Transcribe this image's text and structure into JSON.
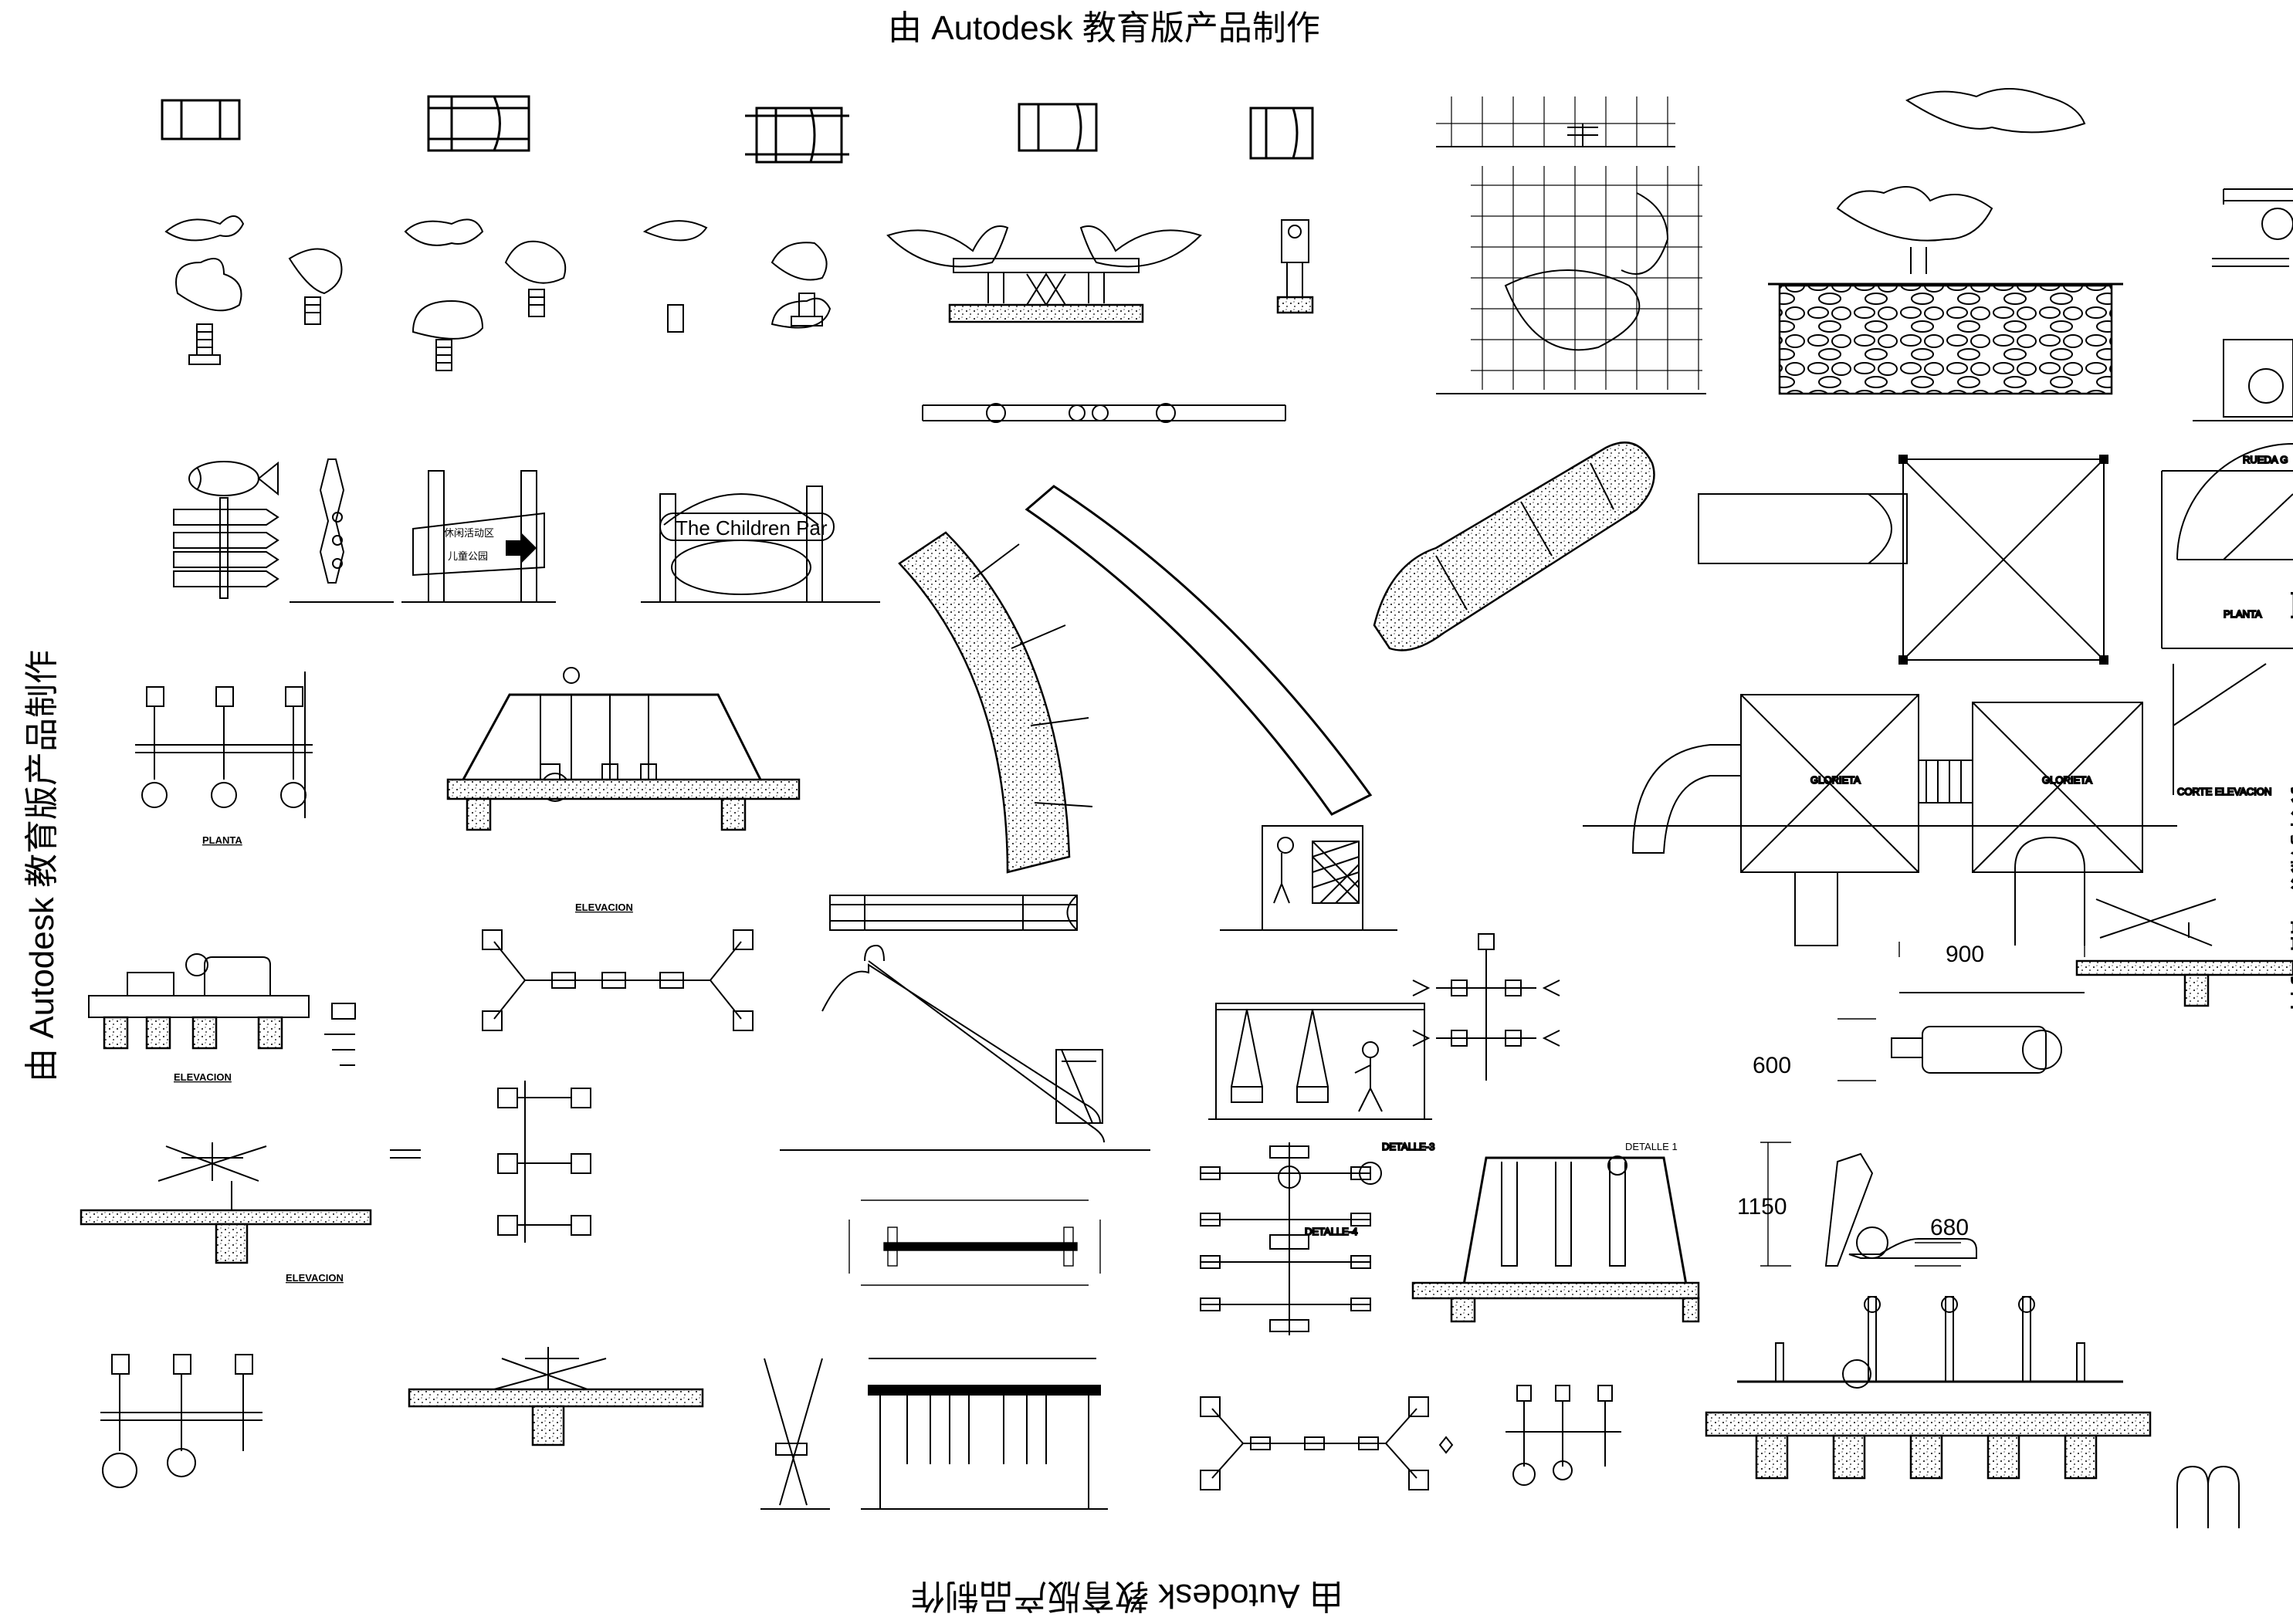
{
  "watermark": {
    "top": "由 Autodesk 教育版产品制作",
    "bottom": "由 Autodesk 教育版产品制作",
    "left": "由 Autodesk 教育版产品制作",
    "right": "由 Autodesk 教育版产品制作"
  },
  "sign": {
    "text_cn": "休闲活动区",
    "text_cn2": "儿童公园",
    "text_en": "The Children Par"
  },
  "titles": {
    "planta": "PLANTA",
    "elevacion_1": "ELEVACION",
    "elevacion_2": "ELEVACION",
    "elevacion_3": "ELEVACION",
    "planta_right": "PLANTA",
    "rueda": "RUEDA G",
    "corte": "CORTE ELEVACION"
  },
  "labels": {
    "gloreta_1": "GLORIETA",
    "gloreta_2": "GLORIETA",
    "detalle_1": "DETALLE 1",
    "detalle_3": "DETALLE-3",
    "detalle_4": "DETALLE-4"
  },
  "dimensions": {
    "d900": "900",
    "d600": "600",
    "d1150": "1150",
    "d680": "680"
  }
}
